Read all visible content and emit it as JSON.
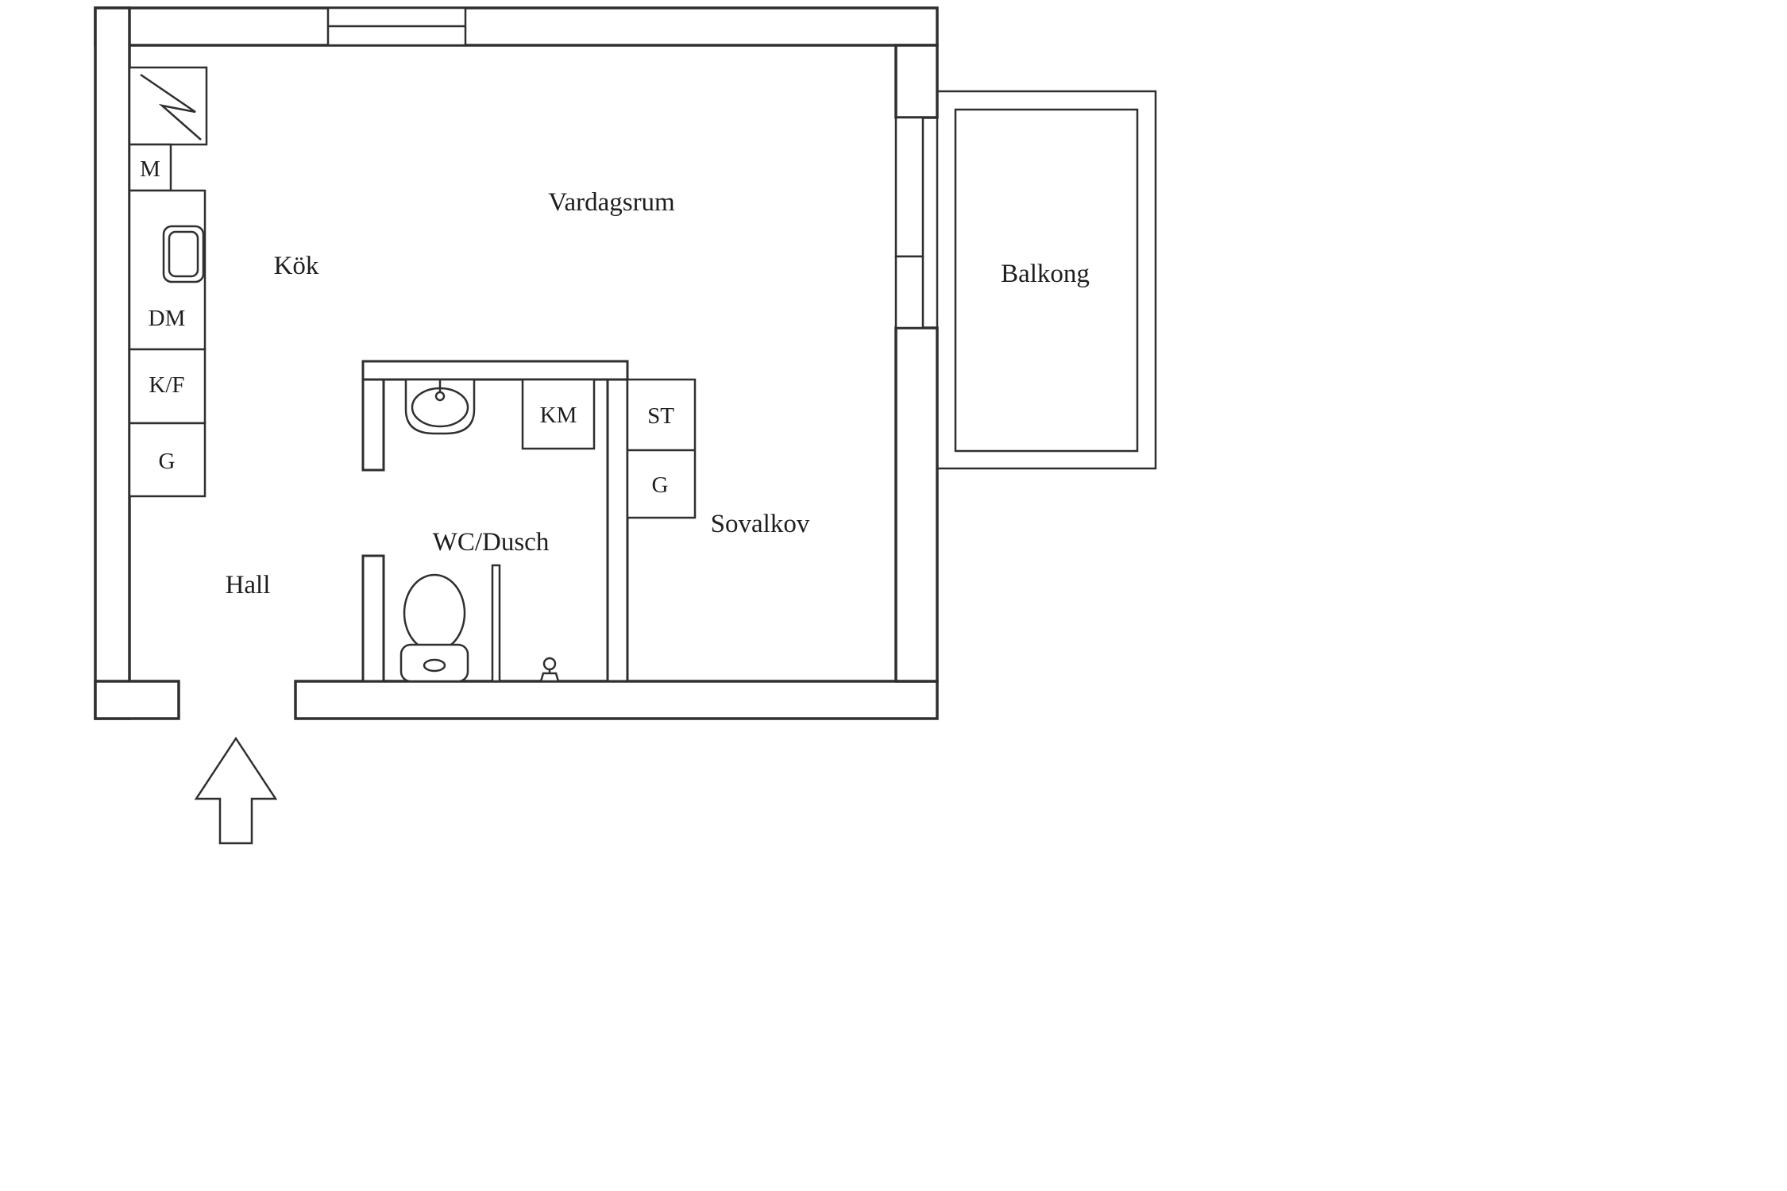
{
  "floorplan": {
    "rooms": {
      "living_room": "Vardagsrum",
      "kitchen": "Kök",
      "balcony": "Balkong",
      "hall": "Hall",
      "wc_shower": "WC/Dusch",
      "sleeping_alcove": "Sovalkov"
    },
    "fixtures": {
      "microwave": "M",
      "dishwasher": "DM",
      "fridge_freezer": "K/F",
      "kitchen_wardrobe": "G",
      "washing_machine": "KM",
      "closet_st": "ST",
      "alcove_wardrobe": "G"
    },
    "icons": {
      "entrance_arrow": "up-arrow-outline",
      "electrical_panel": "zigzag-flash",
      "kitchen_sink": "double-rounded-rect",
      "bath_sink": "basin-with-tap",
      "toilet": "bowl-and-tank",
      "shower_mixer": "small-valve"
    },
    "colors": {
      "background": "#ffffff",
      "line": "#2f2f2f",
      "text": "#1e1e1e"
    }
  }
}
